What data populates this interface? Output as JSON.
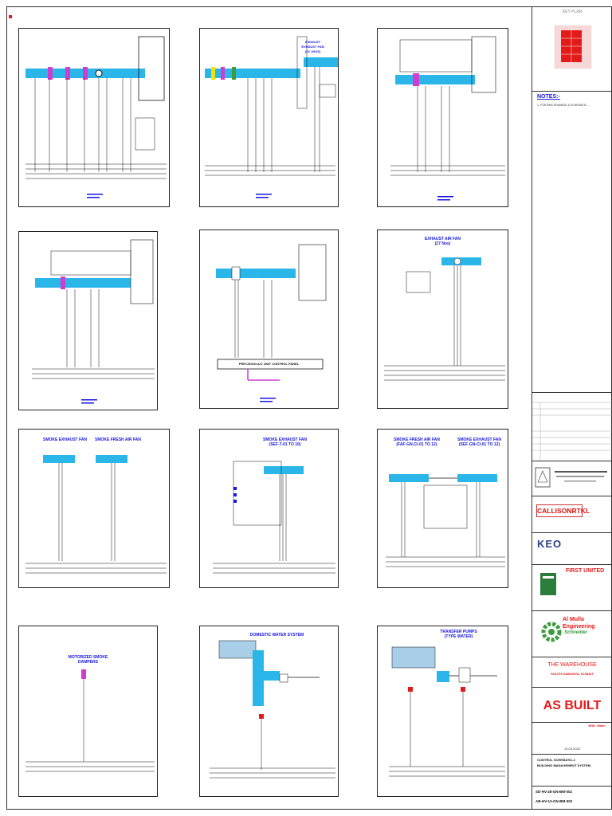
{
  "title_block": {
    "key_plan_label": "KEY PLAN",
    "notes_title": "NOTES:-",
    "notes_text": "1. FOR BMS DRAWING & SCHEMATIC ...",
    "as_built": "AS BUILT",
    "project_name": "THE WAREHOUSE",
    "project_location": "SOUTH SABAHIYA, KUWAIT",
    "drawing_title": "CONTROL SCHEMATIC-2\nBUILDING MANAGEMENT SYSTEM",
    "drawing_no_1": "SD-HV-28-GN-BM-002",
    "drawing_no_2": "AB-HV-13-GN-BM-002",
    "eng_mater": "ENG. Mater",
    "date": "10.03.2022",
    "logos": {
      "callison": "CALLISONRTKL",
      "keo": "KEO",
      "first_united": "FIRST UNITED",
      "al_mulla": "Al Mulla Engineering",
      "schneider": "Schneider"
    }
  },
  "panels": {
    "p6_title": "EXHAUST AIR FAN\n(27 Nos)",
    "p7_title_a": "SMOKE EXHAUST FAN",
    "p7_title_b": "SMOKE FRESH AIR FAN",
    "p8_title": "SMOKE EXHAUST FAN\n(SEF-T-01 TO 10)",
    "p9_title_a": "SMOKE FRESH AIR FAN\n(FAF-GN-CI-01 TO 12)",
    "p9_title_b": "SMOKE EXHAUST FAN\n(SEF-GN-CI-01 TO 12)",
    "p10_title": "MOTORIZED SMOKE\nDAMPERS",
    "p11_title": "DOMESTIC WATER SYSTEM",
    "p12_title": "TRANSFER PUMPS\n(TYPE WATER)",
    "p5_panel_label": "PRECISION A/C UNIT CONTROL PANEL",
    "p2_title": "EXHAUST\nEXHAUST FAN\n(2X 1NOS)"
  },
  "colors": {
    "duct": "#2ab6e8",
    "title_blue": "#1515e0",
    "red": "#e21a1a",
    "magenta": "#d03bd0",
    "green": "#3c9b3c"
  }
}
